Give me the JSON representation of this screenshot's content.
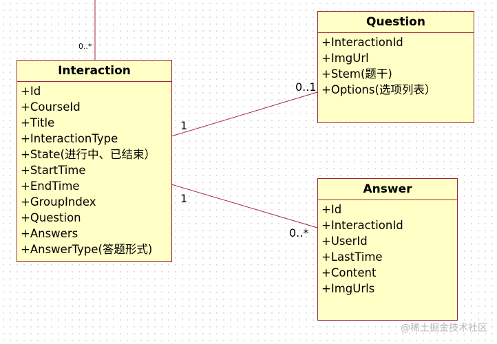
{
  "classes": {
    "interaction": {
      "name": "Interaction",
      "attributes": [
        "+Id",
        "+CourseId",
        "+Title",
        "+InteractionType",
        "+State(进行中、已结束）",
        "+StartTime",
        "+EndTime",
        "+GroupIndex",
        "+Question",
        "+Answers",
        "+AnswerType(答题形式)"
      ]
    },
    "question": {
      "name": "Question",
      "attributes": [
        "+InteractionId",
        "+ImgUrl",
        "+Stem(题干)",
        "+Options(选项列表）"
      ]
    },
    "answer": {
      "name": "Answer",
      "attributes": [
        "+Id",
        "+InteractionId",
        "+UserId",
        "+LastTime",
        "+Content",
        "+ImgUrls"
      ]
    }
  },
  "associations": {
    "top_multiplicity": "0..*",
    "interaction_question": {
      "source_multiplicity": "1",
      "target_multiplicity": "0..1"
    },
    "interaction_answer": {
      "source_multiplicity": "1",
      "target_multiplicity": "0..*"
    }
  },
  "colors": {
    "class_fill": "#ffffc6",
    "border": "#a0263a"
  },
  "watermark": "@稀土掘金技术社区"
}
